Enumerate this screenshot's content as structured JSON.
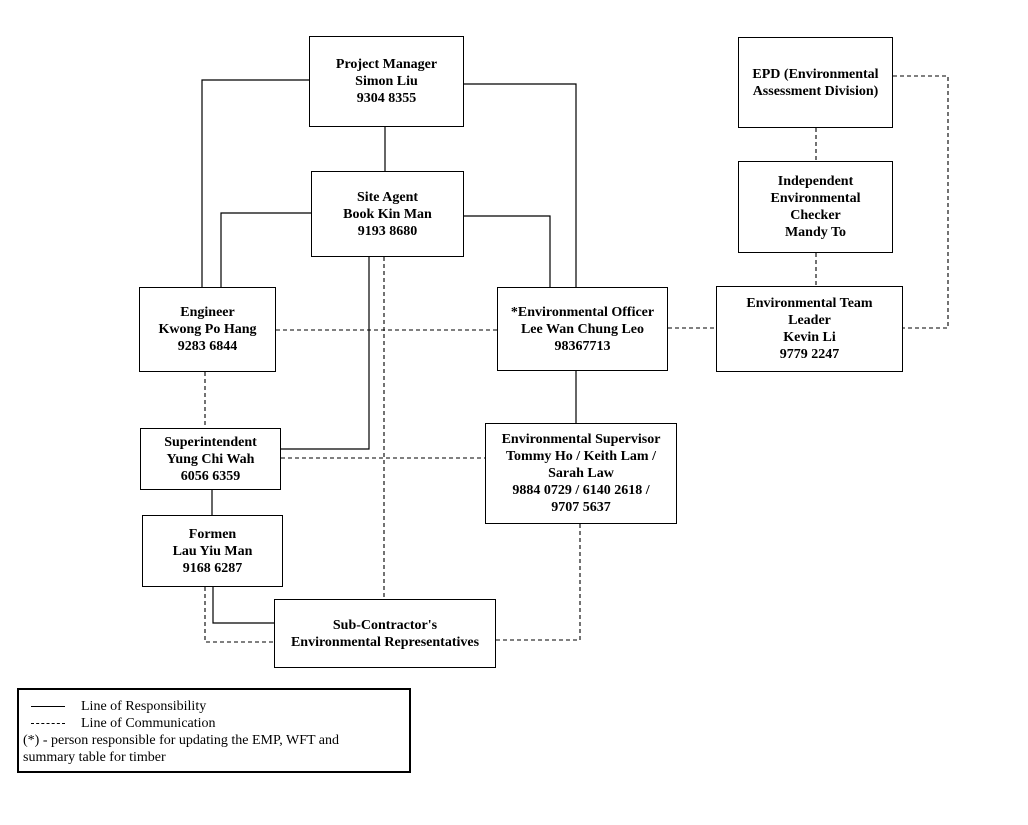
{
  "boxes": {
    "project_manager": [
      "Project Manager",
      "Simon Liu",
      "9304 8355"
    ],
    "site_agent": [
      "Site Agent",
      "Book Kin Man",
      "9193 8680"
    ],
    "engineer": [
      "Engineer",
      "Kwong Po Hang",
      "9283 6844"
    ],
    "environmental_officer": [
      "*Environmental Officer",
      "Lee Wan Chung Leo",
      "98367713"
    ],
    "superintendent": [
      "Superintendent",
      "Yung Chi Wah",
      "6056 6359"
    ],
    "environmental_supervisor": [
      "Environmental Supervisor",
      "Tommy Ho / Keith Lam /",
      "Sarah Law",
      "9884 0729 / 6140 2618 /",
      "9707 5637"
    ],
    "formen": [
      "Formen",
      "Lau Yiu Man",
      "9168 6287"
    ],
    "subcontractor": [
      "Sub-Contractor's",
      "Environmental Representatives"
    ],
    "epd": [
      "EPD (Environmental",
      "Assessment Division)"
    ],
    "iec": [
      "Independent",
      "Environmental",
      "Checker",
      "Mandy To"
    ],
    "et_leader": [
      "Environmental Team",
      "Leader",
      "Kevin Li",
      "9779 2247"
    ]
  },
  "legend": {
    "responsibility": "Line of Responsibility",
    "communication": "Line of Communication",
    "note_line1": "(*) - person responsible for updating the EMP, WFT and",
    "note_line2": "summary table for timber"
  }
}
